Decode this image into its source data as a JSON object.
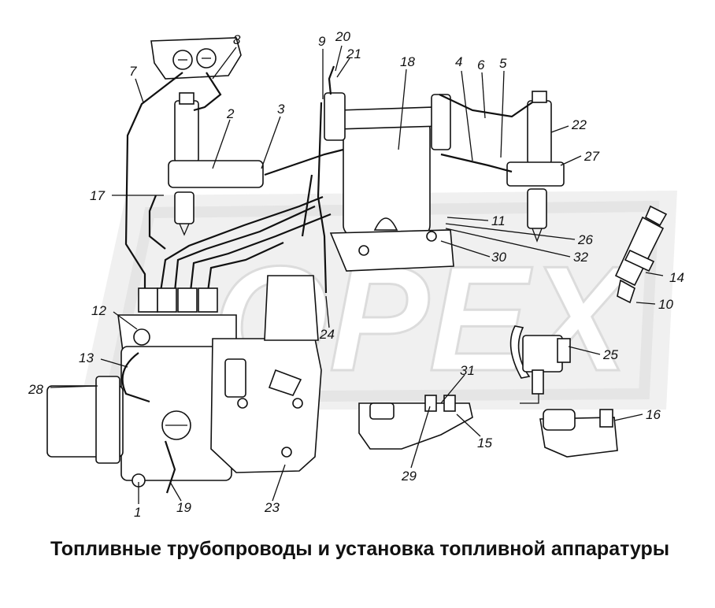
{
  "caption": "Топливные трубопроводы и установка топливной аппаратуры",
  "watermark": "OPEX",
  "callouts": {
    "c1": "1",
    "c2": "2",
    "c3": "3",
    "c4": "4",
    "c5": "5",
    "c6": "6",
    "c7": "7",
    "c8": "8",
    "c9": "9",
    "c10": "10",
    "c11": "11",
    "c12": "12",
    "c13": "13",
    "c14": "14",
    "c15": "15",
    "c16": "16",
    "c17": "17",
    "c18": "18",
    "c19": "19",
    "c20": "20",
    "c21": "21",
    "c22": "22",
    "c23": "23",
    "c24": "24",
    "c25": "25",
    "c26": "26",
    "c27": "27",
    "c28": "28",
    "c29": "29",
    "c30": "30",
    "c31": "31",
    "c32": "32"
  }
}
